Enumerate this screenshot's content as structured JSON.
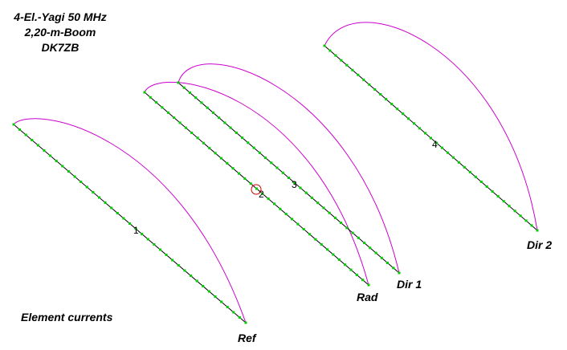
{
  "title": {
    "line1": "4-El.-Yagi 50 MHz",
    "line2": "2,20-m-Boom",
    "line3": "DK7ZB"
  },
  "caption": "Element currents",
  "colors": {
    "element": "#000000",
    "segment_marker": "#00cc00",
    "current": "#cc00cc",
    "feedpoint": "#cc0000"
  },
  "elements": [
    {
      "number": "1",
      "label": "Ref"
    },
    {
      "number": "2",
      "label": "Rad"
    },
    {
      "number": "3",
      "label": "Dir 1"
    },
    {
      "number": "4",
      "label": "Dir 2"
    }
  ]
}
